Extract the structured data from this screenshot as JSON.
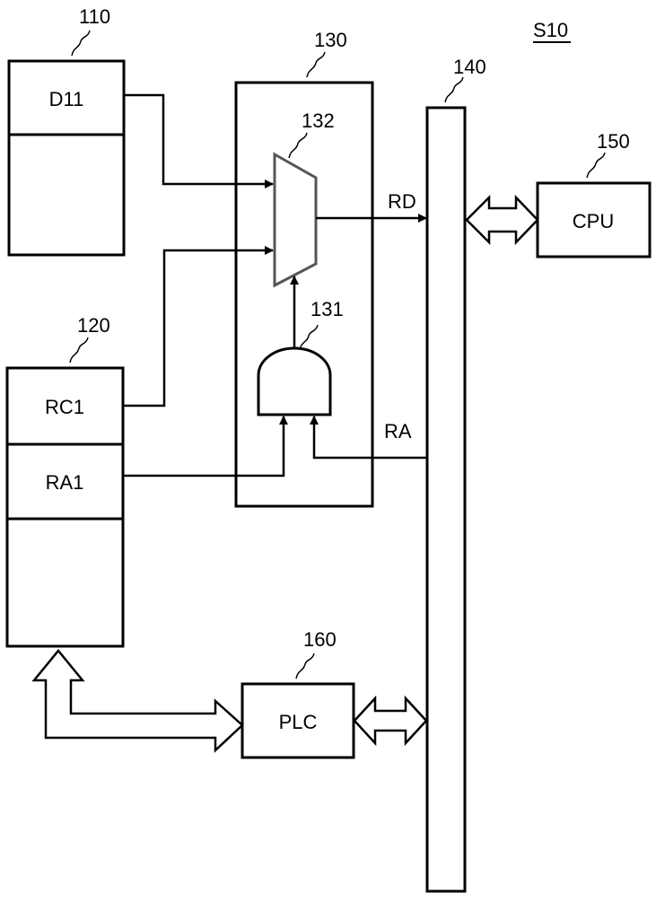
{
  "figure_label": "S10",
  "blocks": {
    "memory_110": {
      "ref": "110",
      "field_label": "D11"
    },
    "register_120": {
      "ref": "120",
      "field_1": "RC1",
      "field_2": "RA1"
    },
    "circuit_130": {
      "ref": "130"
    },
    "mux_132": {
      "ref": "132"
    },
    "and_gate_131": {
      "ref": "131"
    },
    "bus_140": {
      "ref": "140"
    },
    "cpu_150": {
      "ref": "150",
      "label": "CPU"
    },
    "plc_160": {
      "ref": "160",
      "label": "PLC"
    }
  },
  "signals": {
    "rd": "RD",
    "ra": "RA"
  }
}
